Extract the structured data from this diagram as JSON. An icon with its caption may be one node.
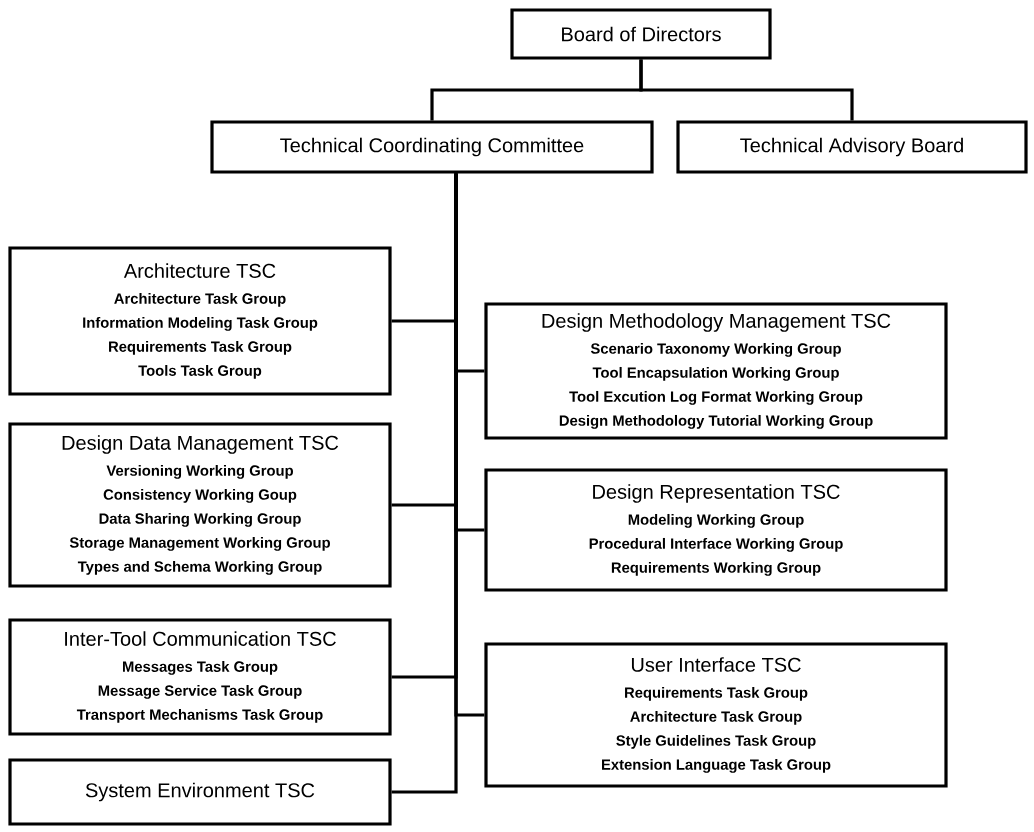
{
  "diagram": {
    "nodes": [
      {
        "text": [
          "Board of Directors"
        ]
      },
      {
        "text": [
          "Technical Coordinating Committee"
        ]
      },
      {
        "text": [
          "Technical Advisory Board"
        ]
      },
      {
        "text": [
          "Architecture TSC",
          "Architecture Task Group",
          "Information Modeling Task Group",
          "Requirements Task Group",
          "Tools Task Group"
        ]
      },
      {
        "text": [
          "Design Methodology Management TSC",
          "Scenario Taxonomy Working Group",
          "Tool Encapsulation Working Group",
          "Tool Excution Log Format Working Group",
          "Design Methodology Tutorial Working Group"
        ]
      },
      {
        "text": [
          "Design Data Management TSC",
          "Versioning Working Group",
          "Consistency Working Goup",
          "Data Sharing Working Group",
          "Storage Management Working Group",
          "Types and Schema Working Group"
        ]
      },
      {
        "text": [
          "Design Representation TSC",
          "Modeling Working Group",
          "Procedural Interface Working Group",
          "Requirements Working Group"
        ]
      },
      {
        "text": [
          "Inter-Tool Communication TSC",
          "Messages Task Group",
          "Message Service Task Group",
          "Transport Mechanisms Task Group"
        ]
      },
      {
        "text": [
          "User Interface TSC",
          "Requirements Task Group",
          "Architecture Task Group",
          "Style Guidelines Task Group",
          "Extension Language Task Group"
        ]
      },
      {
        "text": [
          "System Environment TSC"
        ]
      }
    ],
    "edges": [
      {
        "from": 0,
        "to": 1,
        "arrow": "none"
      },
      {
        "from": 0,
        "to": 2,
        "arrow": "none"
      },
      {
        "from": 1,
        "to": 3,
        "arrow": "none"
      },
      {
        "from": 1,
        "to": 4,
        "arrow": "none"
      },
      {
        "from": 1,
        "to": 5,
        "arrow": "none"
      },
      {
        "from": 1,
        "to": 6,
        "arrow": "none"
      },
      {
        "from": 1,
        "to": 7,
        "arrow": "none"
      },
      {
        "from": 1,
        "to": 8,
        "arrow": "none"
      },
      {
        "from": 1,
        "to": 9,
        "arrow": "none"
      }
    ]
  }
}
